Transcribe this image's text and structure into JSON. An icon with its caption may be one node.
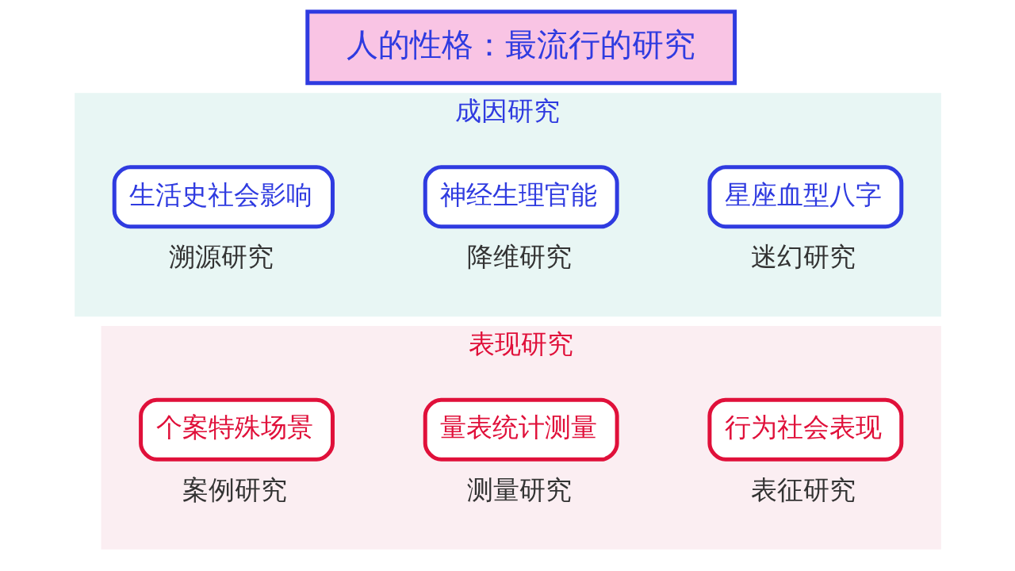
{
  "diagram": {
    "nodes": [
      {
        "text": [
          "人的性格：最流行的研究"
        ]
      },
      {
        "text": [
          "成因研究"
        ]
      },
      {
        "text": [
          "星座血型八字"
        ],
        "in": 1,
        "beside": [
          "迷幻研究"
        ]
      },
      {
        "text": [
          "神经生理官能"
        ],
        "in": 1,
        "beside": [
          "降维研究"
        ]
      },
      {
        "text": [
          "生活史社会影响"
        ],
        "in": 1,
        "beside": [
          "溯源研究"
        ]
      },
      {
        "text": [
          "表现研究"
        ]
      },
      {
        "text": [
          "行为社会表现"
        ],
        "in": 5,
        "beside": [
          "表征研究"
        ]
      },
      {
        "text": [
          "量表统计测量"
        ],
        "in": 5,
        "beside": [
          "测量研究"
        ]
      },
      {
        "text": [
          "个案特殊场景"
        ],
        "in": 5,
        "beside": [
          "案例研究"
        ]
      }
    ]
  }
}
